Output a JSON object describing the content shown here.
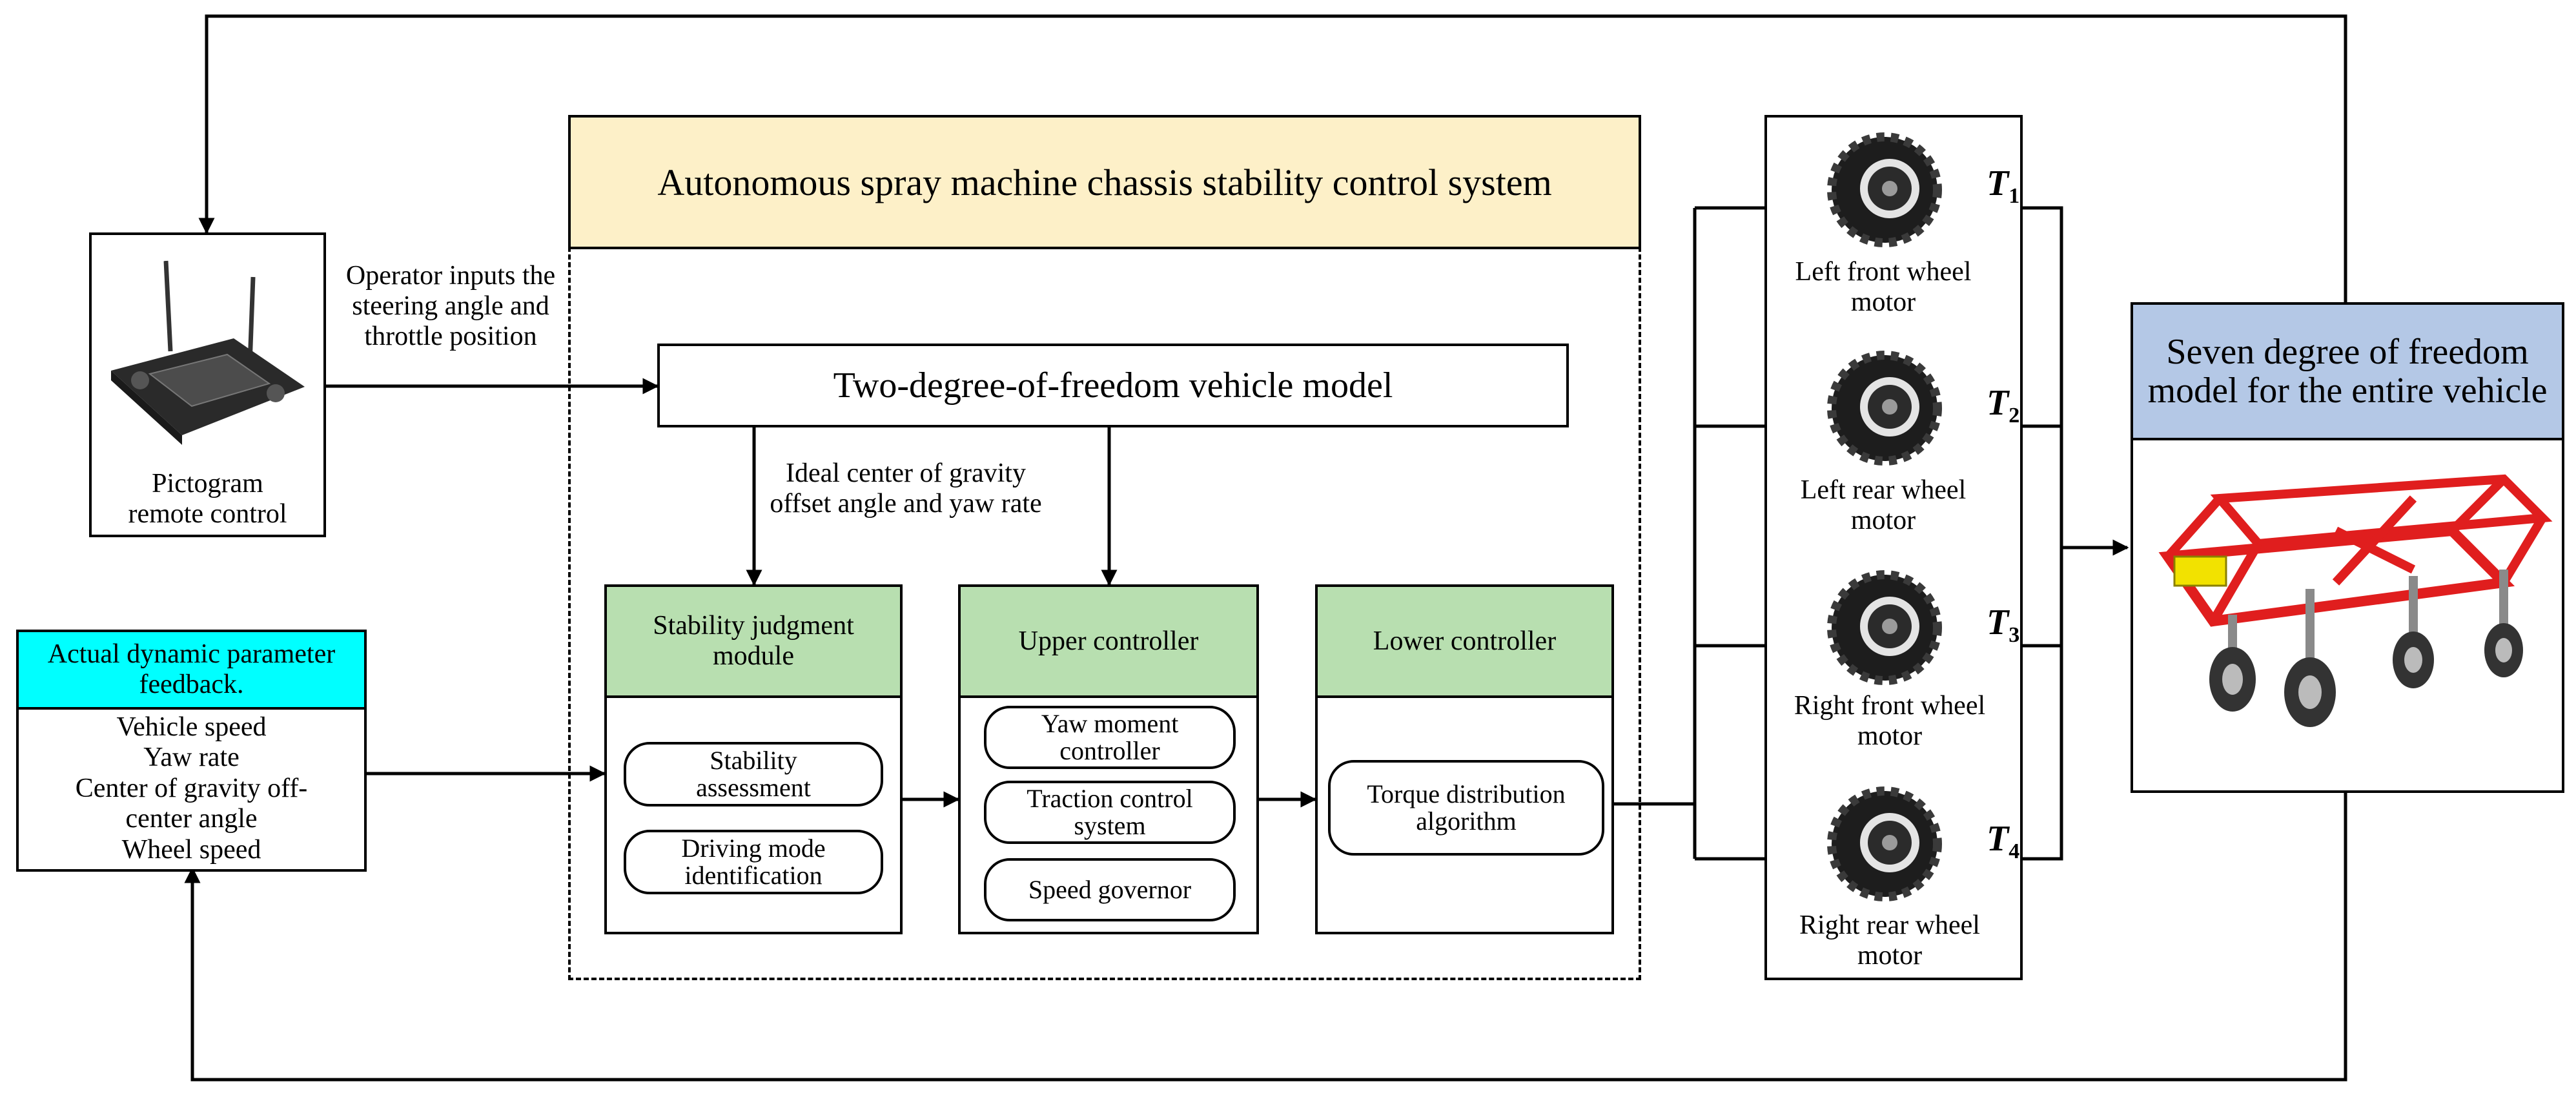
{
  "main_system": {
    "title": "Autonomous spray machine chassis stability control system"
  },
  "remote": {
    "label": "Pictogram remote control"
  },
  "operator_note": "Operator inputs the steering angle and throttle position",
  "two_dof": {
    "label": "Two-degree-of-freedom vehicle model"
  },
  "ideal_note": "Ideal center of gravity offset angle and yaw rate",
  "feedback": {
    "header": "Actual dynamic parameter feedback.",
    "items": [
      "Vehicle speed",
      "Yaw rate",
      "Center of gravity off-center angle",
      "Wheel speed"
    ]
  },
  "stability_module": {
    "header": "Stability judgment module",
    "items": [
      "Stability assessment",
      "Driving mode identification"
    ]
  },
  "upper_controller": {
    "header": "Upper controller",
    "items": [
      "Yaw moment controller",
      "Traction control system",
      "Speed governor"
    ]
  },
  "lower_controller": {
    "header": "Lower controller",
    "items": [
      "Torque distribution algorithm"
    ]
  },
  "motors": [
    {
      "label": "Left front wheel motor",
      "torque": "T",
      "sub": "1"
    },
    {
      "label": "Left rear wheel motor",
      "torque": "T",
      "sub": "2"
    },
    {
      "label": "Right front wheel motor",
      "torque": "T",
      "sub": "3"
    },
    {
      "label": "Right rear wheel motor",
      "torque": "T",
      "sub": "4"
    }
  ],
  "seven_dof": {
    "label": "Seven degree of freedom model for the entire vehicle"
  },
  "colors": {
    "title_bg": "#fdf0c8",
    "module_header": "#b8dfb0",
    "feedback_header": "#00ffff",
    "seven_dof_header": "#b4c8e6",
    "chassis_red": "#e01e1e"
  }
}
